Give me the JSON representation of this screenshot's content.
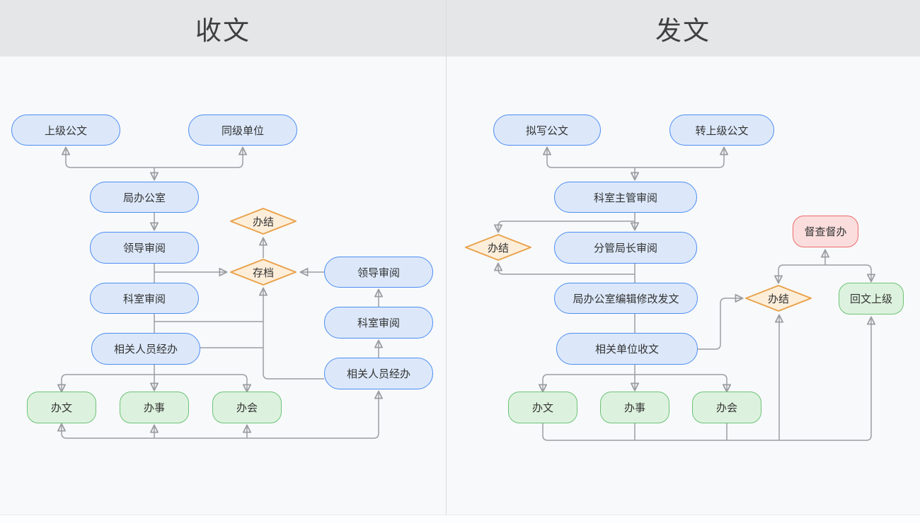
{
  "left": {
    "title": "收文",
    "n_superior": "上级公文",
    "n_peer": "同级单位",
    "n_office": "局办公室",
    "n_leader_review": "领导审阅",
    "n_dept_review": "科室审阅",
    "n_staff_handle": "相关人员经办",
    "n_done": "办结",
    "n_archive": "存档",
    "n_leader_review2": "领导审阅",
    "n_dept_review2": "科室审阅",
    "n_staff_handle2": "相关人员经办",
    "n_doc": "办文",
    "n_task": "办事",
    "n_meeting": "办会"
  },
  "right": {
    "title": "发文",
    "n_draft": "拟写公文",
    "n_forward_superior": "转上级公文",
    "n_chief_review": "科室主管审阅",
    "n_director_review": "分管局长审阅",
    "n_done1": "办结",
    "n_office_edit": "局办公室编辑修改发文",
    "n_units_receive": "相关单位收文",
    "n_doc": "办文",
    "n_task": "办事",
    "n_meeting": "办会",
    "n_supervise": "督查督办",
    "n_done2": "办结",
    "n_reply_superior": "回文上级"
  },
  "palette": {
    "process_fill": "#dce8fa",
    "process_border": "#4d8df2",
    "result_fill": "#ddf2de",
    "result_border": "#6cc277",
    "decision_fill": "#fdeeda",
    "decision_border": "#e9a24b",
    "alert_fill": "#fbdddd",
    "alert_border": "#ed6b6b",
    "connector": "#9a9da1",
    "header_bg": "#e5e6e7",
    "canvas_bg": "#f8f9fb"
  }
}
